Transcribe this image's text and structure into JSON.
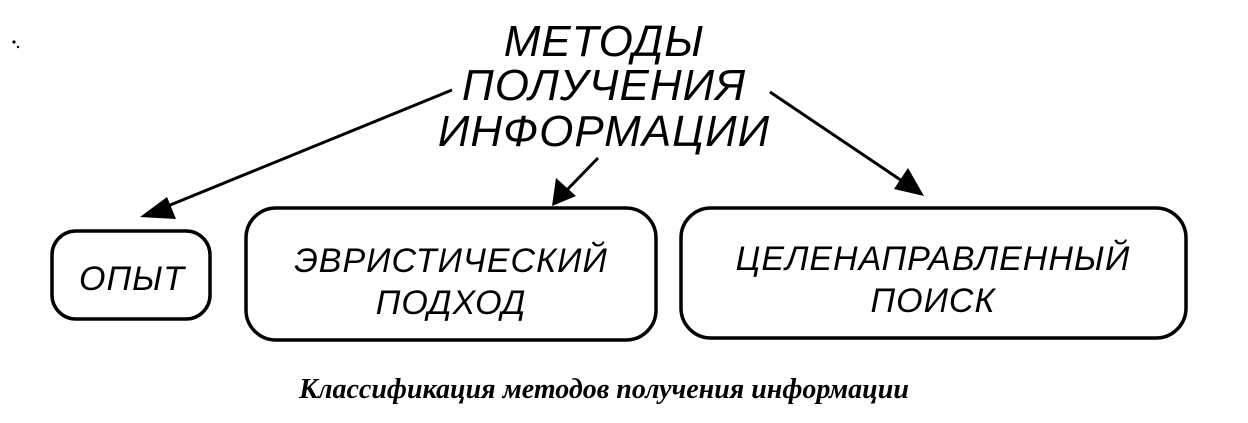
{
  "root": {
    "lines": [
      "МЕТОДЫ",
      "ПОЛУЧЕНИЯ",
      "ИНФОРМАЦИИ"
    ]
  },
  "nodes": [
    {
      "id": "experience",
      "lines": [
        "ОПЫТ"
      ]
    },
    {
      "id": "heuristic",
      "lines": [
        "ЭВРИСТИЧЕСКИЙ",
        "ПОДХОД"
      ]
    },
    {
      "id": "targeted",
      "lines": [
        "ЦЕЛЕНАПРАВЛЕННЫЙ",
        "ПОИСК"
      ]
    }
  ],
  "caption": "Классификация методов получения информации",
  "colors": {
    "ink": "#000000",
    "background": "#ffffff"
  }
}
